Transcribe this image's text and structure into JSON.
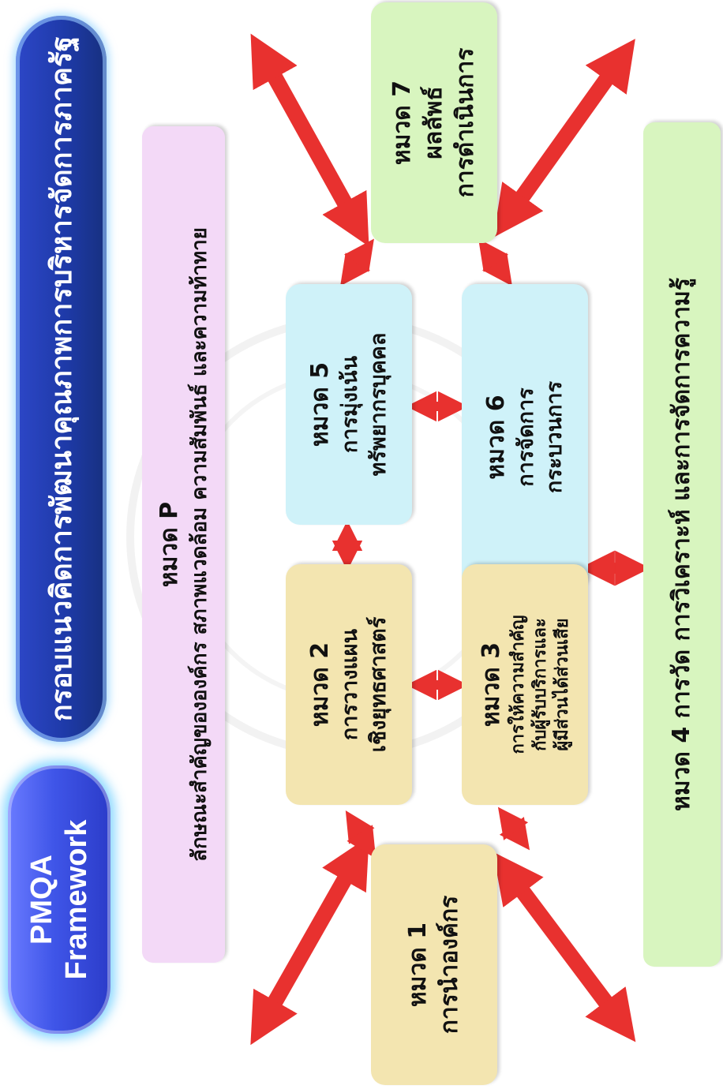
{
  "framework_pill": {
    "line1": "PMQA",
    "line2": "Framework"
  },
  "title": "กรอบแนวคิดการพัฒนาคุณภาพการบริหารจัดการภาครัฐ",
  "category_p": {
    "title": "หมวด P",
    "subtitle": "ลักษณะสำคัญขององค์กร สภาพแวดล้อม ความสัมพันธ์ และความท้าทาย"
  },
  "category_1": {
    "title": "หมวด 1",
    "line1": "การนำองค์กร"
  },
  "category_2": {
    "title": "หมวด 2",
    "line1": "การวางแผน",
    "line2": "เชิงยุทธศาสตร์"
  },
  "category_3": {
    "title": "หมวด 3",
    "line1": "การให้ความสำคัญ",
    "line2": "กับผู้รับบริการและ",
    "line3": "ผู้มีส่วนได้ส่วนเสีย"
  },
  "category_4": {
    "title": "หมวด 4 การวัด การวิเคราะห์ และการจัดการความรู้"
  },
  "category_5": {
    "title": "หมวด 5",
    "line1": "การมุ่งเน้น",
    "line2": "ทรัพยากรบุคคล"
  },
  "category_6": {
    "title": "หมวด 6",
    "line1": "การจัดการ",
    "line2": "กระบวนการ"
  },
  "category_7": {
    "title": "หมวด 7",
    "line1": "ผลลัพธ์",
    "line2": "การดำเนินการ"
  },
  "colors": {
    "arrow": "#e8312f",
    "profile_box": "#f3d9f7",
    "leadership_box": "#f3e5b0",
    "workforce_box": "#cff2f9",
    "results_box": "#d8f5bf",
    "title_pill": "#1e3aa8",
    "framework_pill": "#3f55e8"
  }
}
